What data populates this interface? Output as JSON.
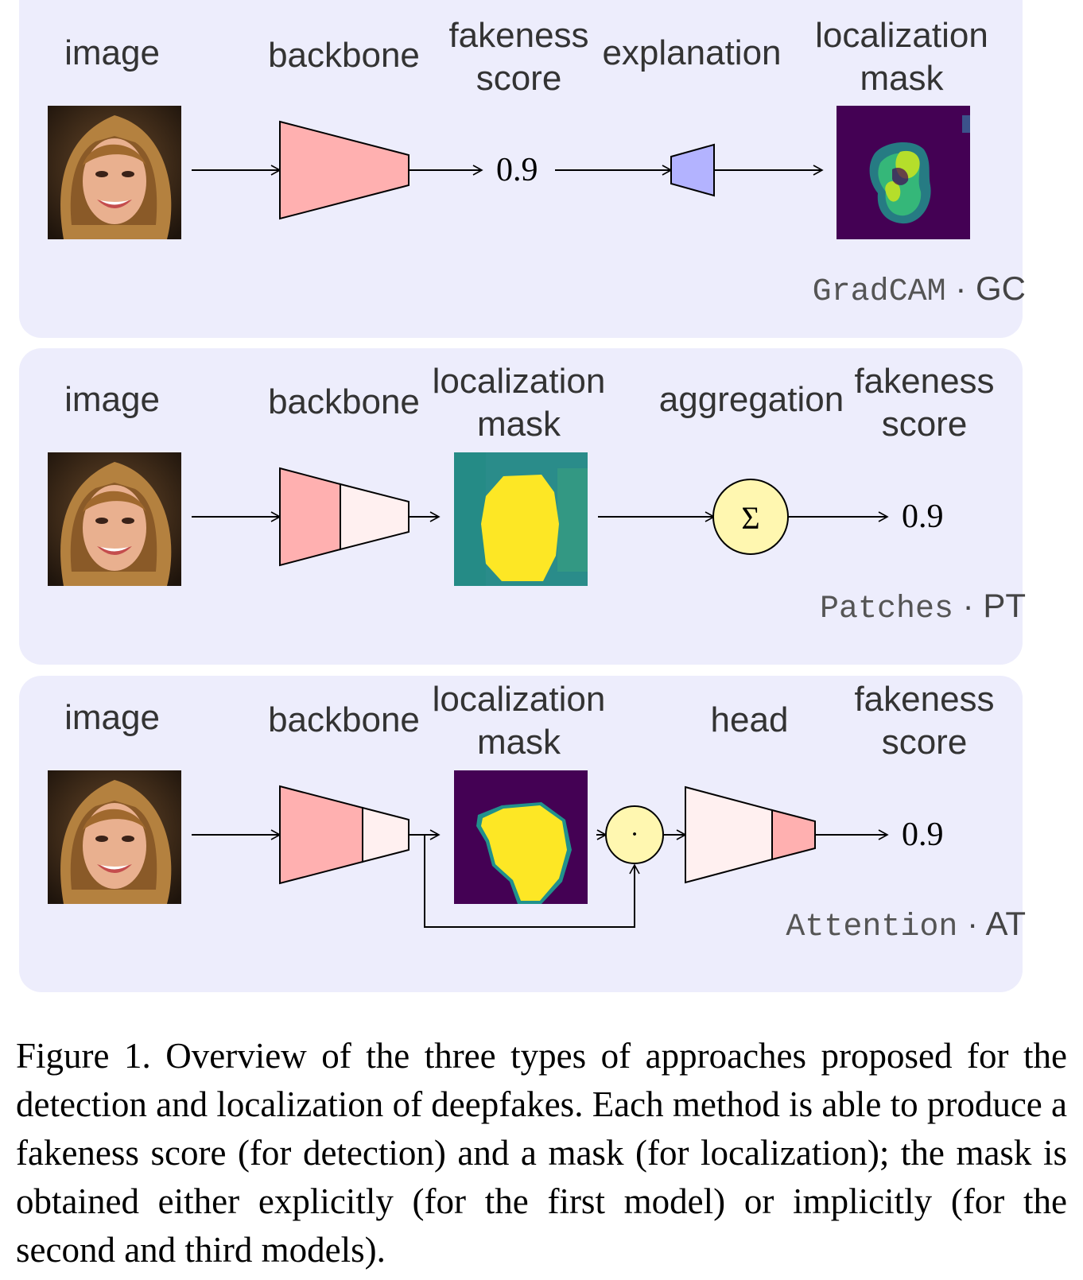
{
  "rows": [
    {
      "labels": {
        "image": "image",
        "backbone": "backbone",
        "col3_a": "fakeness",
        "col3_b": "score",
        "col4": "explanation",
        "col5_a": "localization",
        "col5_b": "mask"
      },
      "score": "0.9",
      "method_code": "GradCAM",
      "method_sep": "·",
      "method_abbr": "GC"
    },
    {
      "labels": {
        "image": "image",
        "backbone": "backbone",
        "col3_a": "localization",
        "col3_b": "mask",
        "col4": "aggregation",
        "col5_a": "fakeness",
        "col5_b": "score"
      },
      "score": "0.9",
      "operator": "Σ",
      "method_code": "Patches",
      "method_sep": "·",
      "method_abbr": "PT"
    },
    {
      "labels": {
        "image": "image",
        "backbone": "backbone",
        "col3_a": "localization",
        "col3_b": "mask",
        "col4": "head",
        "col5_a": "fakeness",
        "col5_b": "score"
      },
      "score": "0.9",
      "operator": "·",
      "method_code": "Attention",
      "method_sep": "·",
      "method_abbr": "AT"
    }
  ],
  "colors": {
    "panel": "#ededfc",
    "backbone": "#ffb0b0",
    "backbone_light": "#fff0f0",
    "explanation": "#b3b3ff",
    "operator": "#fff7b0",
    "mask_dark": "#440154",
    "mask_teal": "#21918c",
    "mask_yellow": "#fde725"
  },
  "caption": "Figure 1.  Overview of the three types of approaches proposed for the detection and localization of deepfakes. Each method is able to produce a fakeness score (for detection) and a mask (for localization); the mask is obtained either explicitly (for the first model) or implicitly (for the second and third models)."
}
